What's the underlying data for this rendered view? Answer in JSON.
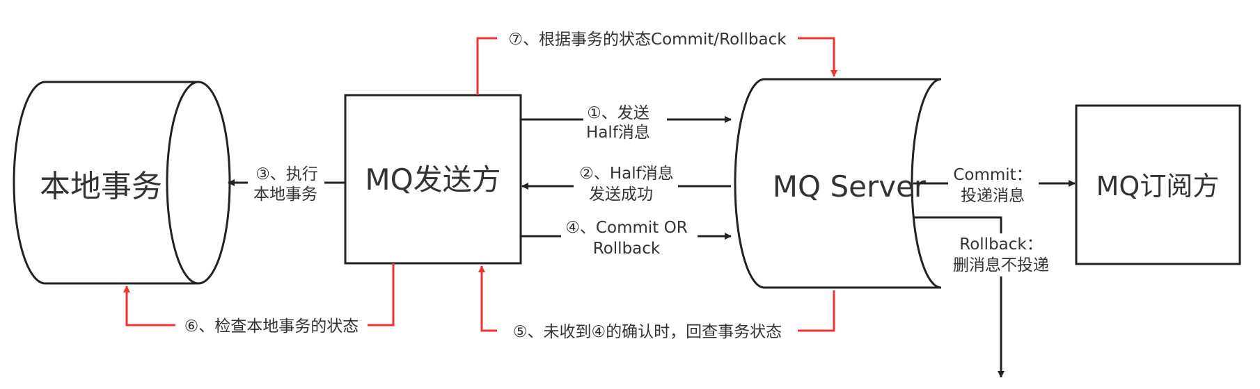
{
  "nodes": {
    "local_tx": "本地事务",
    "mq_sender": "MQ发送方",
    "mq_server": "MQ Server",
    "mq_subscriber": "MQ订阅方"
  },
  "edges": {
    "send_half": [
      "①、发送",
      "Half消息"
    ],
    "half_success": [
      "②、Half消息",
      "发送成功"
    ],
    "exec_local": [
      "③、执行",
      "本地事务"
    ],
    "commit_or_rollback": [
      "④、Commit OR",
      "Rollback"
    ],
    "check_back": "⑤、未收到④的确认时，回查事务状态",
    "check_local": "⑥、检查本地事务的状态",
    "by_status": "⑦、根据事务的状态Commit/Rollback",
    "commit_deliver": [
      "Commit：",
      "投递消息"
    ],
    "rollback_delete": [
      "Rollback：",
      "删消息不投递"
    ]
  },
  "colors": {
    "red": "#ee3333",
    "black": "#222222"
  }
}
